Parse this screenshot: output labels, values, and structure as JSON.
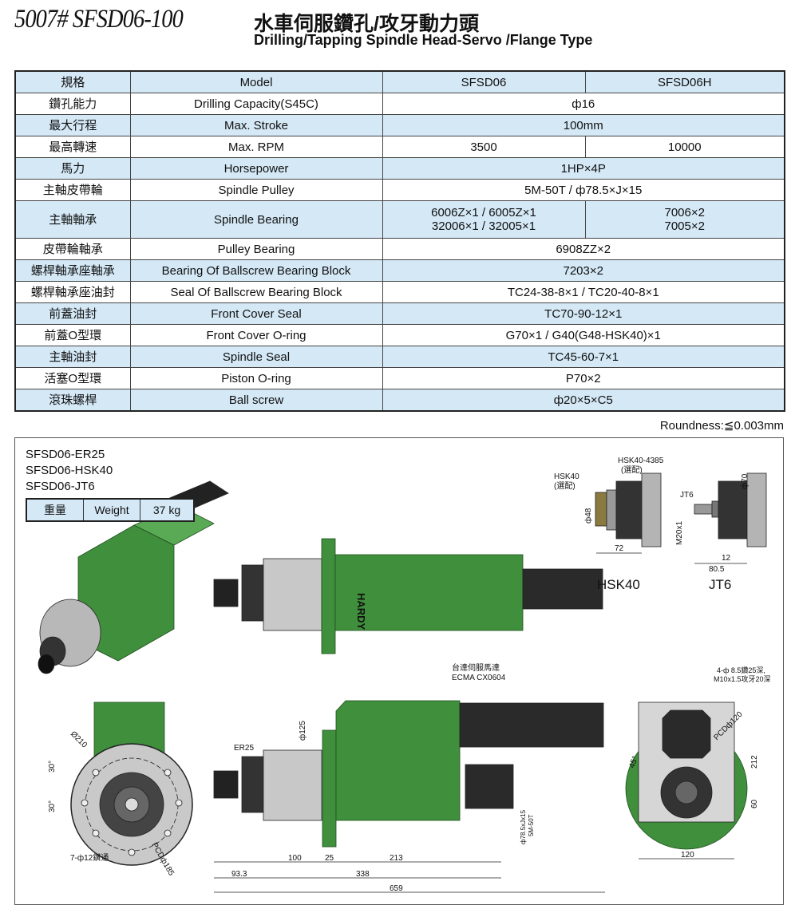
{
  "header": {
    "model_code": "5007# SFSD06-100",
    "title_zh": "水車伺服鑽孔/攻牙動力頭",
    "title_en": "Drilling/Tapping Spindle Head-Servo /Flange Type"
  },
  "spec_table": {
    "header": {
      "zh": "規格",
      "en": "Model",
      "col1": "SFSD06",
      "col2": "SFSD06H"
    },
    "rows": [
      {
        "zh": "鑽孔能力",
        "en": "Drilling Capacity(S45C)",
        "value": "ф16"
      },
      {
        "zh": "最大行程",
        "en": "Max. Stroke",
        "value": "100mm"
      },
      {
        "zh": "最高轉速",
        "en": "Max. RPM",
        "col1": "3500",
        "col2": "10000"
      },
      {
        "zh": "馬力",
        "en": "Horsepower",
        "value": "1HP×4P"
      },
      {
        "zh": "主軸皮帶輪",
        "en": "Spindle Pulley",
        "value": "5M-50T / ф78.5×J×15"
      },
      {
        "zh": "主軸軸承",
        "en": "Spindle Bearing",
        "col1_line1": "6006Z×1 / 6005Z×1",
        "col1_line2": "32006×1 / 32005×1",
        "col2_line1": "7006×2",
        "col2_line2": "7005×2"
      },
      {
        "zh": "皮帶輪軸承",
        "en": "Pulley Bearing",
        "value": "6908ZZ×2"
      },
      {
        "zh": "螺桿軸承座軸承",
        "en": "Bearing Of Ballscrew Bearing Block",
        "value": "7203×2"
      },
      {
        "zh": "螺桿軸承座油封",
        "en": "Seal Of Ballscrew Bearing Block",
        "value": "TC24-38-8×1 / TC20-40-8×1"
      },
      {
        "zh": "前蓋油封",
        "en": "Front Cover Seal",
        "value": "TC70-90-12×1"
      },
      {
        "zh": "前蓋O型環",
        "en": "Front Cover O-ring",
        "value": "G70×1 / G40(G48-HSK40)×1"
      },
      {
        "zh": "主軸油封",
        "en": "Spindle Seal",
        "value": "TC45-60-7×1"
      },
      {
        "zh": "活塞O型環",
        "en": "Piston O-ring",
        "value": "P70×2"
      },
      {
        "zh": "滾珠螺桿",
        "en": "Ball screw",
        "value": "ф20×5×C5"
      }
    ]
  },
  "roundness": "Roundness:≦0.003mm",
  "drawing": {
    "variants": [
      "SFSD06-ER25",
      "SFSD06-HSK40",
      "SFSD06-JT6"
    ],
    "weight": {
      "zh": "重量",
      "en": "Weight",
      "value": "37 kg"
    },
    "brand": "HARDY",
    "hsk": {
      "title": "HSK40",
      "label1": "HSK40",
      "label1_sub": "(選配)",
      "label2": "HSK40-4385",
      "label2_sub": "(選配)",
      "dia": "ф48",
      "len": "72"
    },
    "jt": {
      "title": "JT6",
      "label": "JT6",
      "dia": "ф70",
      "thread": "M20x1",
      "dim1": "12",
      "dim2": "80.5"
    },
    "motor": {
      "line1": "台達伺服馬達",
      "line2": "ECMA CX0604"
    },
    "holes": {
      "line1": "4-ф 8.5鑽25深,",
      "line2": "M10x1.5攻牙20深"
    },
    "front": {
      "dia": "Ø210",
      "angle1": "30°",
      "angle2": "30°",
      "holes": "7-ф12鑽通",
      "pcd": "PCDф185"
    },
    "side": {
      "collet": "ER25",
      "dia": "ф125",
      "pulley1": "ф78.5xJx15",
      "pulley2": "5M-50T",
      "d100": "100",
      "d25": "25",
      "d213": "213",
      "d93": "93.3",
      "d338": "338",
      "d659": "659"
    },
    "rear": {
      "pcd": "PCDф120",
      "angle": "45°",
      "h212": "212",
      "h60": "60",
      "w120": "120"
    }
  },
  "colors": {
    "accent_blue": "#d4e8f6",
    "body_green": "#3d8a3a"
  }
}
